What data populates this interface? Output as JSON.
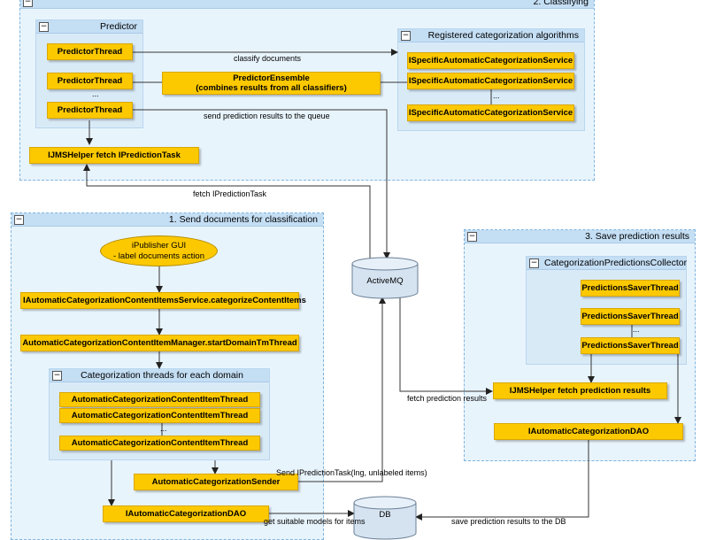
{
  "groups": {
    "classifying": "2. Classifying",
    "predictor": "Predictor",
    "registered": "Registered categorization algorithms",
    "send_docs": "1. Send documents for classification",
    "cat_threads": "Categorization threads for each domain",
    "save_results": "3. Save prediction results",
    "collector": "CategorizationPredictionsCollector"
  },
  "nodes": {
    "predictor_thread": "PredictorThread",
    "predictor_ensemble_line1": "PredictorEnsemble",
    "predictor_ensemble_line2": "(combines results from all classifiers)",
    "specific_service": "ISpecificAutomaticCategorizationService",
    "jms_fetch_task": "IJMSHelper fetch IPredictionTask",
    "gui_line1": "iPublisher GUI",
    "gui_line2": "- label documents action",
    "content_items_service": "IAutomaticCategorizationContentItemsService.categorizeContentItems",
    "item_manager": "AutomaticCategorizationContentItemManager.startDomainTmThread",
    "item_thread": "AutomaticCategorizationContentItemThread",
    "sender": "AutomaticCategorizationSender",
    "dao": "IAutomaticCategorizationDAO",
    "saver_thread": "PredictionsSaverThread",
    "jms_fetch_results": "IJMSHelper fetch prediction results",
    "activemq": "ActiveMQ",
    "db": "DB",
    "ellipsis": "..."
  },
  "edges": {
    "classify_documents": "classify documents",
    "send_prediction_results": "send prediction results to the queue",
    "fetch_task": "fetch IPredictionTask",
    "fetch_prediction_results": "fetch prediction results",
    "send_task": "Send IPredictionTask(lng, unlabeled items)",
    "get_models": "get suitable models for items",
    "save_results_db": "save prediction results to the DB"
  },
  "colors": {
    "node_fill": "#fcc900",
    "group_fill": "#e8f4fc",
    "group_header": "#c4def4",
    "cylinder_fill": "#d5e3f1"
  }
}
